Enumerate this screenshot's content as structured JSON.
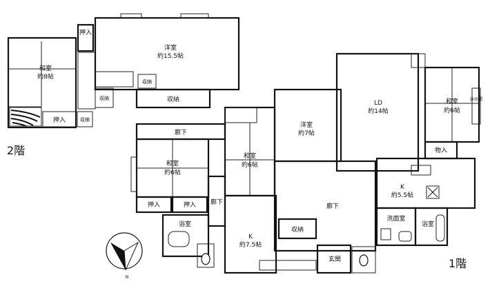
{
  "floor2": {
    "label": "2階",
    "rooms": {
      "washitsu_8": {
        "name": "和室",
        "size": "約8帖"
      },
      "youshitsu_155": {
        "name": "洋室",
        "size": "約15.5帖"
      },
      "oshiire_top": "押入",
      "oshiire_bottom": "押入",
      "shuno_a": "収納",
      "shuno_b": "収納",
      "shuno_c": "収納",
      "shuno_d": "収納"
    }
  },
  "floor1": {
    "label": "1階",
    "rooms": {
      "rouka_top": "廊下",
      "washitsu_6a": {
        "name": "和室",
        "size": "約6帖"
      },
      "washitsu_6b": {
        "name": "和室",
        "size": "約6帖"
      },
      "youshitsu_7": {
        "name": "洋室",
        "size": "約7帖"
      },
      "ld": {
        "name": "LD",
        "size": "約14帖"
      },
      "washitsu_6c": {
        "name": "和室",
        "size": "約6帖"
      },
      "monoire": "物入",
      "k_55": {
        "name": "K",
        "size": "約5.5帖"
      },
      "oshiire_1": "押入",
      "oshiire_2": "押入",
      "rouka_left": "廊下",
      "yokushitsu_left": "浴室",
      "k_75": {
        "name": "K",
        "size": "約7.5帖"
      },
      "shuno": "収納",
      "rouka_center": "廊下",
      "senmen": "洗面室",
      "yokushitsu_right": "浴室",
      "genkan": "玄関",
      "tokonoma": "床の間"
    }
  },
  "compass": {
    "north_label": "N"
  }
}
